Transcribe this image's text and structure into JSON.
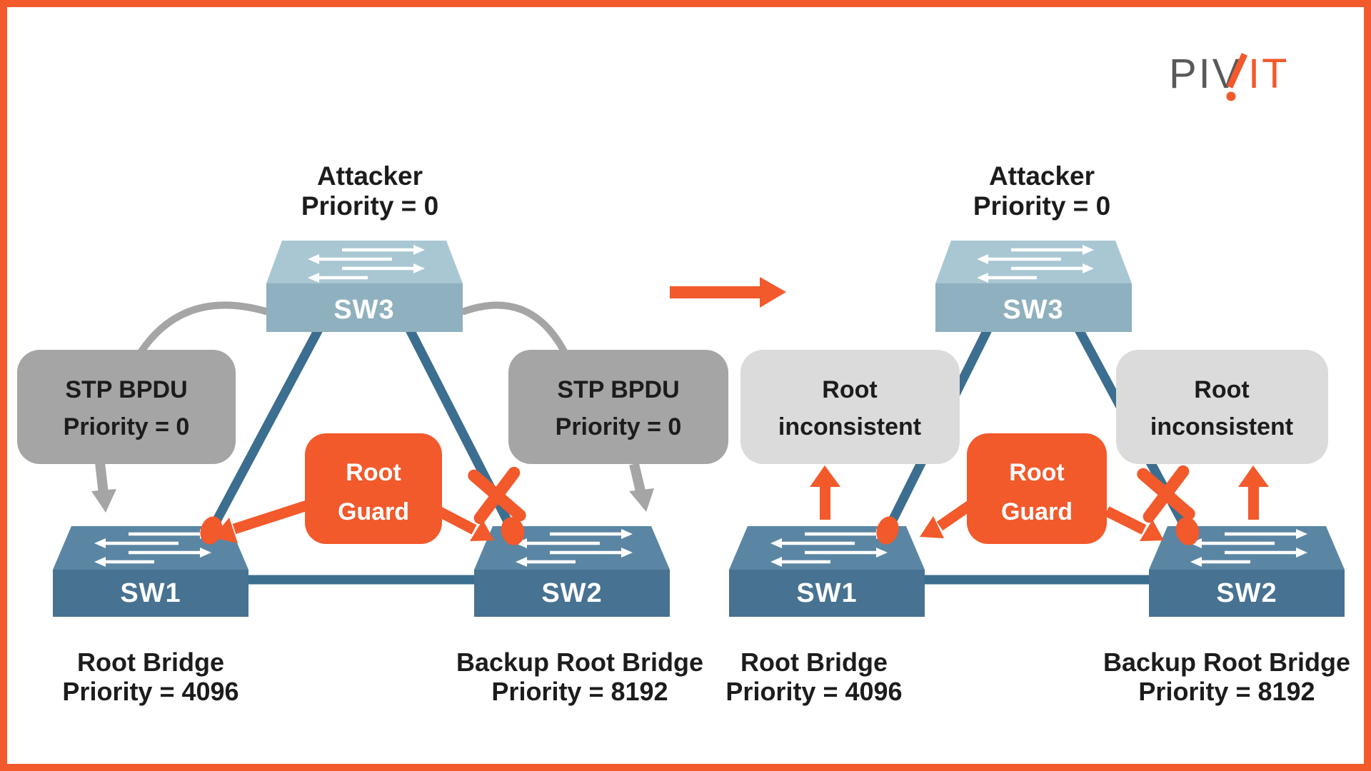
{
  "brand": {
    "logo_gray": "PIV",
    "logo_orange": "IT"
  },
  "colors": {
    "accent_orange": "#f2592b",
    "link_blue": "#3c6e90",
    "switch_top": "#5a86a4",
    "switch_front": "#477292",
    "sw3_top": "#a8c7d3",
    "sw3_front": "#8fb0be",
    "callout_gray": "#a6a5a5",
    "callout_light_gray": "#dbdbdb",
    "text_dark": "#1c1c1c"
  },
  "left": {
    "attacker_line1": "Attacker",
    "attacker_line2": "Priority = 0",
    "sw3": "SW3",
    "sw1": "SW1",
    "sw2": "SW2",
    "bpdu_left_line1": "STP BPDU",
    "bpdu_left_line2": "Priority = 0",
    "bpdu_right_line1": "STP BPDU",
    "bpdu_right_line2": "Priority = 0",
    "guard_line1": "Root",
    "guard_line2": "Guard",
    "sw1_caption_line1": "Root Bridge",
    "sw1_caption_line2": "Priority = 4096",
    "sw2_caption_line1": "Backup Root Bridge",
    "sw2_caption_line2": "Priority = 8192"
  },
  "right": {
    "attacker_line1": "Attacker",
    "attacker_line2": "Priority = 0",
    "sw3": "SW3",
    "sw1": "SW1",
    "sw2": "SW2",
    "inconsistent_left_line1": "Root",
    "inconsistent_left_line2": "inconsistent",
    "inconsistent_right_line1": "Root",
    "inconsistent_right_line2": "inconsistent",
    "guard_line1": "Root",
    "guard_line2": "Guard",
    "sw1_caption_line1": "Root Bridge",
    "sw1_caption_line2": "Priority = 4096",
    "sw2_caption_line1": "Backup Root Bridge",
    "sw2_caption_line2": "Priority = 8192"
  }
}
